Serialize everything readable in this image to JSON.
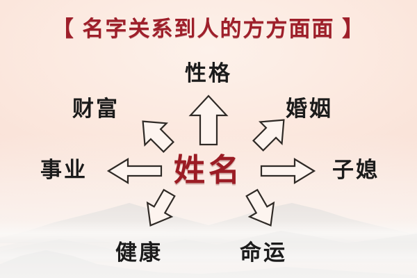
{
  "poster": {
    "title": "【 名字关系到人的方方面面 】",
    "center_label": "姓名",
    "colors": {
      "title_red": "#9e1f2a",
      "center_red": "#9b1c24",
      "label_dark": "#1b1b1b",
      "background_cream": "#f9e7de",
      "mountain_grey": "#9aa0a3"
    },
    "nodes": [
      {
        "id": "top",
        "label": "性格",
        "position": "top",
        "arrow": "arrow-up"
      },
      {
        "id": "ul",
        "label": "财富",
        "position": "upper-left",
        "arrow": "arrow-up-left"
      },
      {
        "id": "ur",
        "label": "婚姻",
        "position": "upper-right",
        "arrow": "arrow-up-right"
      },
      {
        "id": "left",
        "label": "事业",
        "position": "left",
        "arrow": "arrow-left"
      },
      {
        "id": "right",
        "label": "子媳",
        "position": "right",
        "arrow": "arrow-right"
      },
      {
        "id": "dl",
        "label": "健康",
        "position": "lower-left",
        "arrow": "arrow-down-left"
      },
      {
        "id": "dr",
        "label": "命运",
        "position": "lower-right",
        "arrow": "arrow-down-right"
      }
    ]
  }
}
